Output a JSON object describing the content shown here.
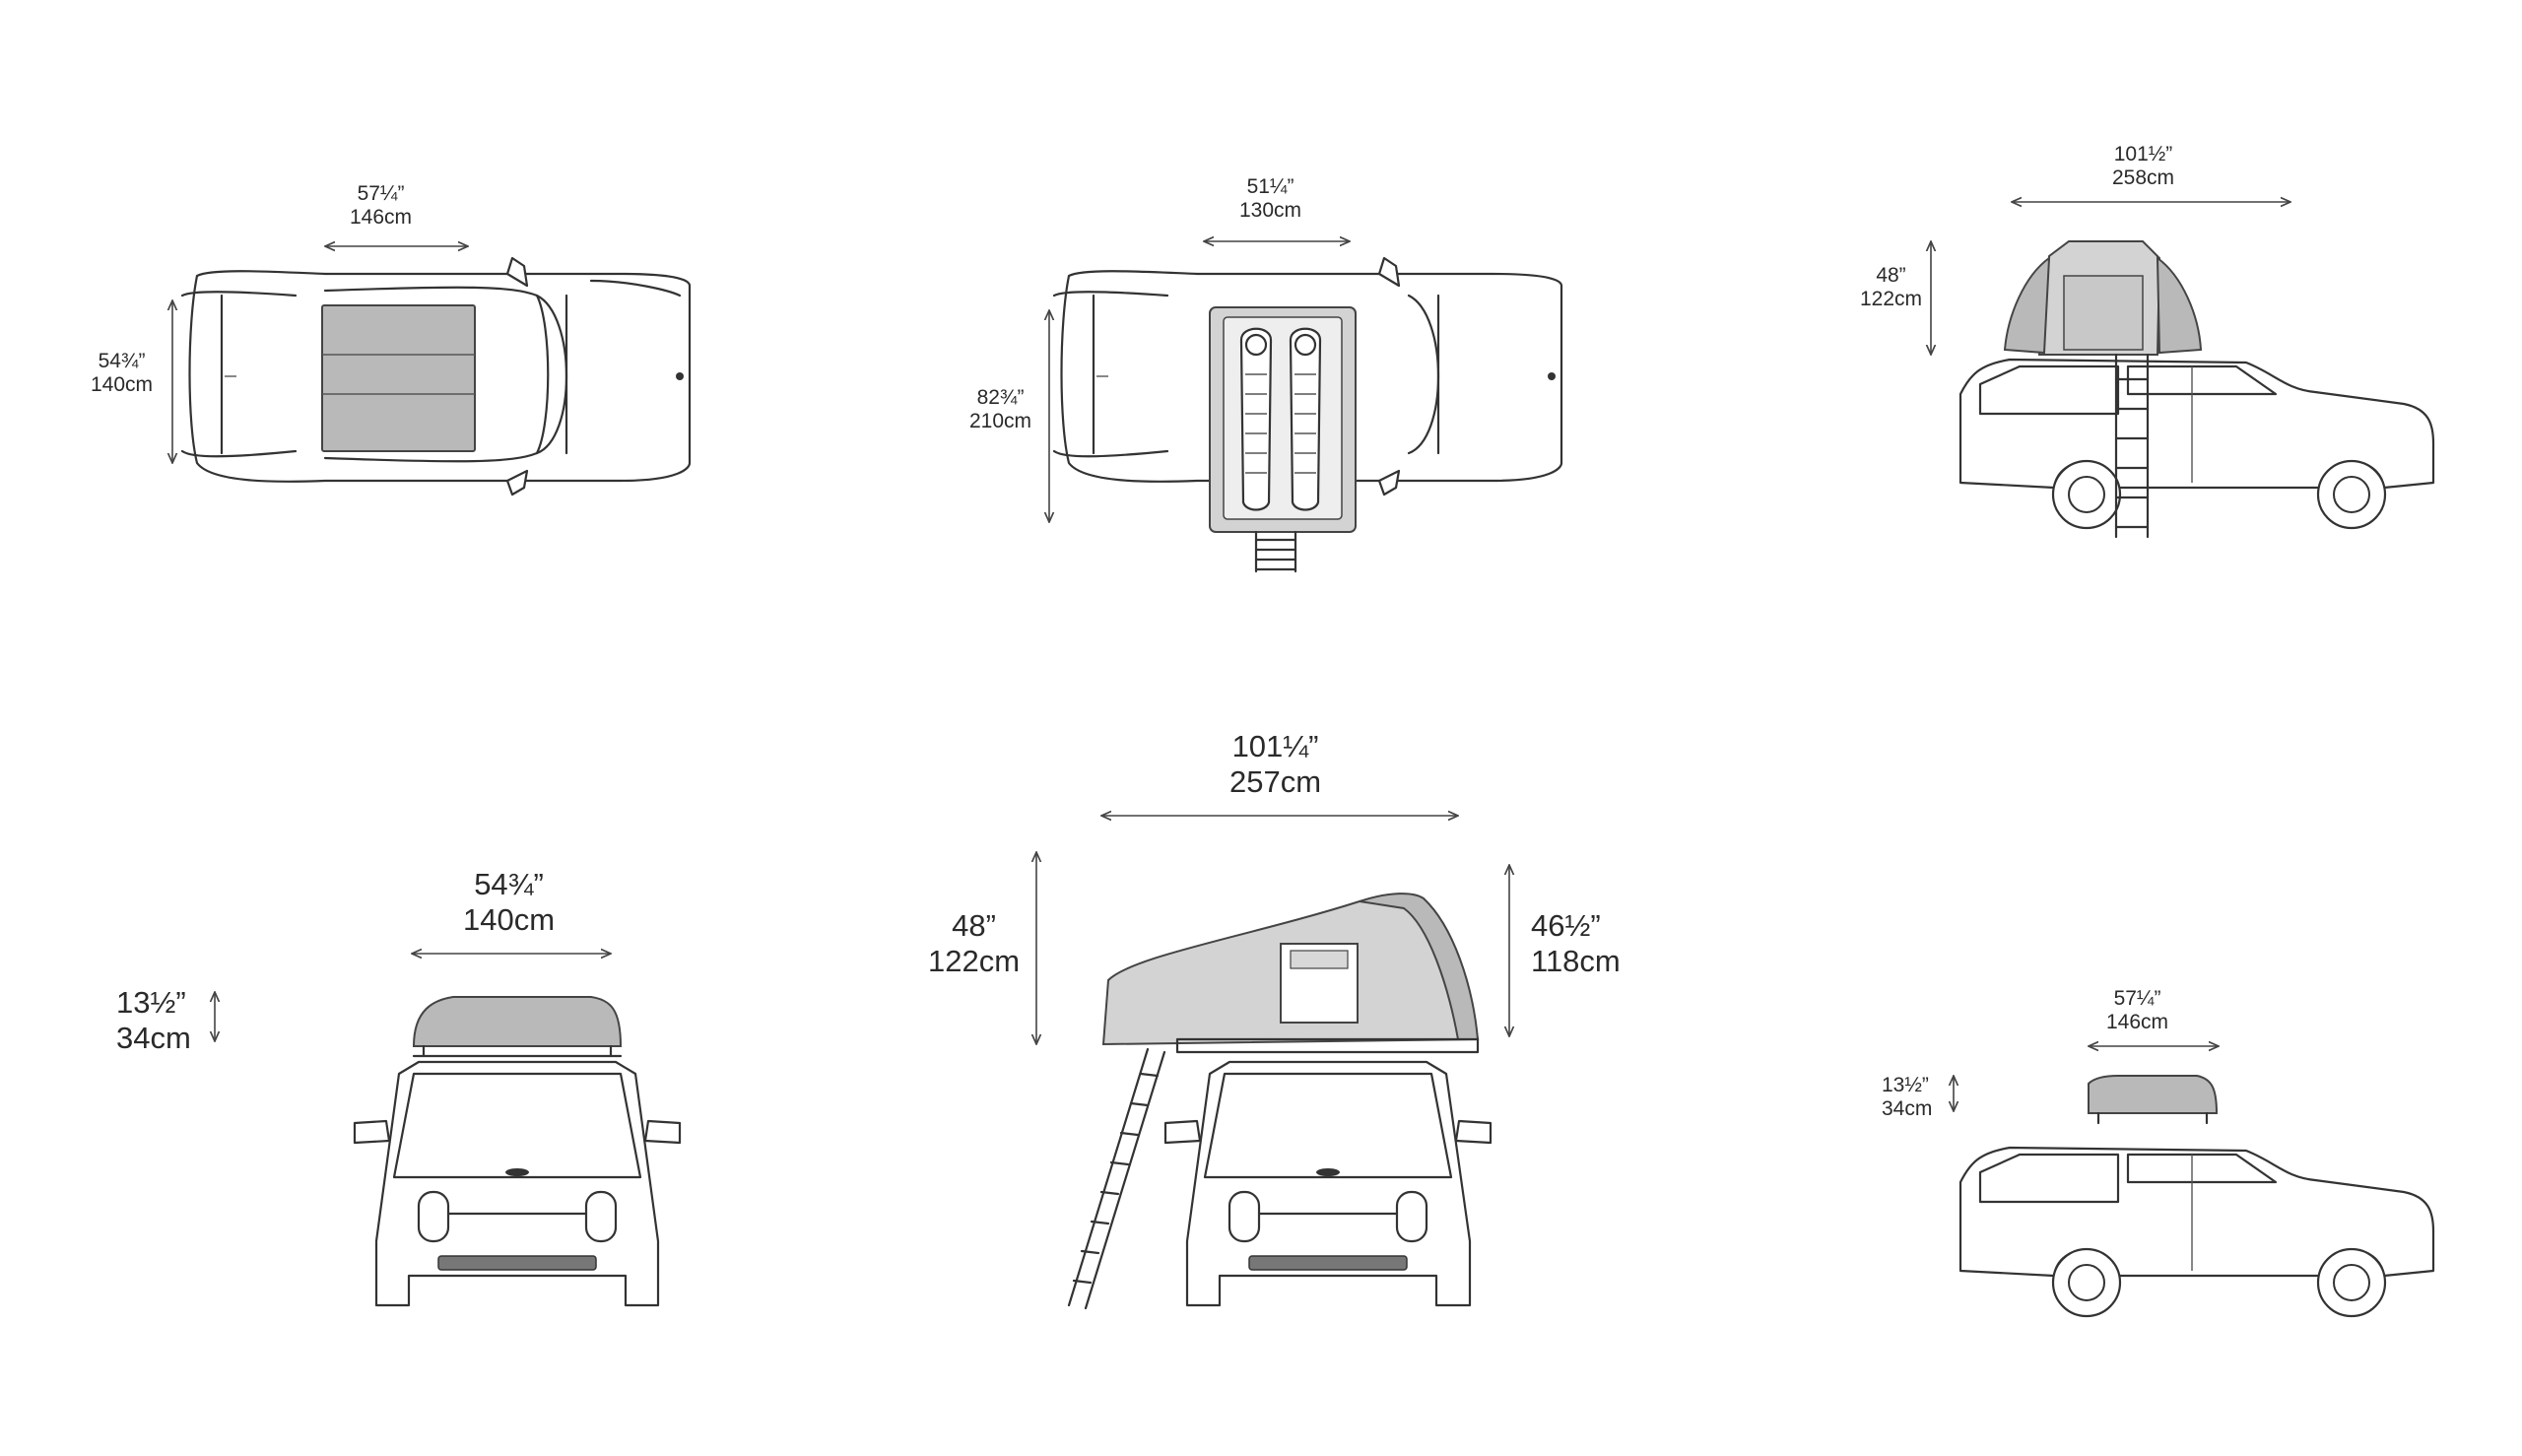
{
  "views": {
    "top_closed": {
      "width": {
        "in": "57¼”",
        "cm": "146cm"
      },
      "length": {
        "in": "54¾”",
        "cm": "140cm"
      }
    },
    "top_open": {
      "width": {
        "in": "51¼”",
        "cm": "130cm"
      },
      "length": {
        "in": "82¾”",
        "cm": "210cm"
      }
    },
    "side_open": {
      "length": {
        "in": "101½”",
        "cm": "258cm"
      },
      "height": {
        "in": "48”",
        "cm": "122cm"
      }
    },
    "front_closed": {
      "width": {
        "in": "54¾”",
        "cm": "140cm"
      },
      "height": {
        "in": "13½”",
        "cm": "34cm"
      }
    },
    "front_open": {
      "length": {
        "in": "101¼”",
        "cm": "257cm"
      },
      "height_rear": {
        "in": "48”",
        "cm": "122cm"
      },
      "height_front": {
        "in": "46½”",
        "cm": "118cm"
      }
    },
    "side_closed": {
      "length": {
        "in": "57¼”",
        "cm": "146cm"
      },
      "height": {
        "in": "13½”",
        "cm": "34cm"
      }
    }
  }
}
